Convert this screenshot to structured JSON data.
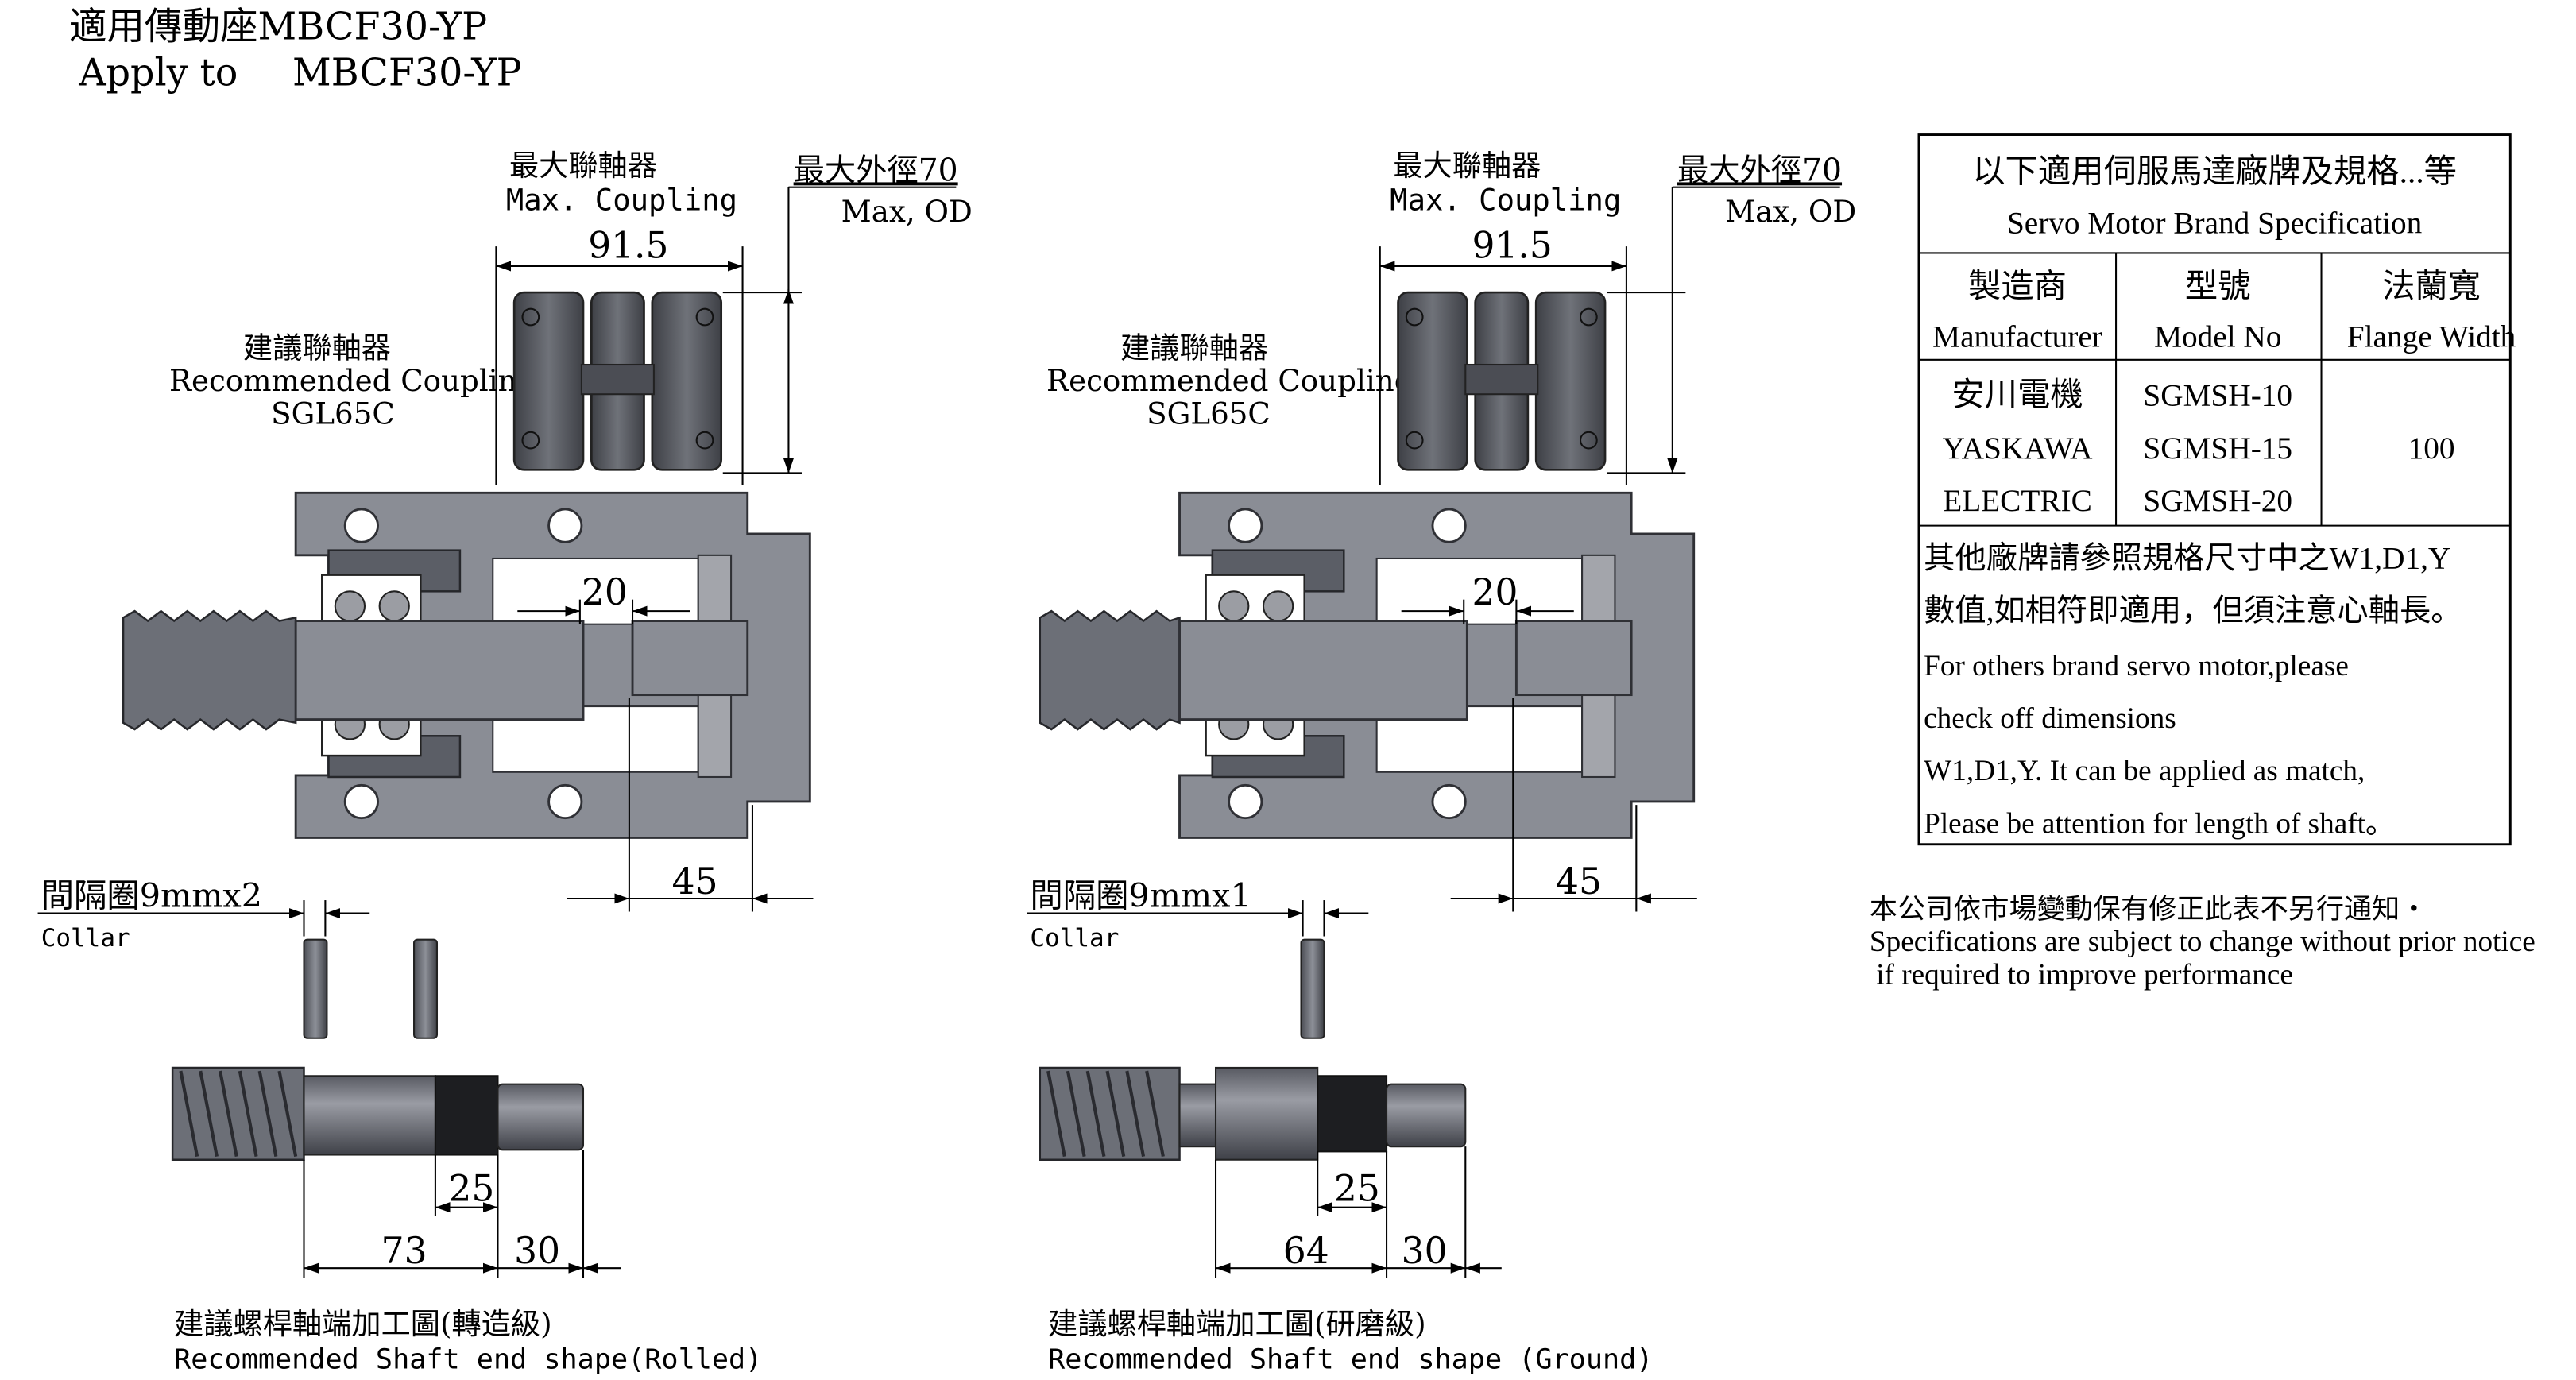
{
  "header": {
    "title_zh": "適用傳動座MBCF30-YP",
    "apply_label": "Apply to",
    "apply_model": "MBCF30-YP"
  },
  "assemblies": [
    {
      "max_coupling_zh": "最大聯軸器",
      "max_coupling_en": "Max. Coupling",
      "max_od_zh": "最大外徑70",
      "max_od_en": "Max, OD",
      "dim_coupling_length": "91.5",
      "rec_coupling_zh": "建議聯軸器",
      "rec_coupling_en": "Recommended Coupling",
      "rec_coupling_model": "SGL65C",
      "dim_gap": "20",
      "dim_flange": "45",
      "collar_zh": "間隔圈9mmx2",
      "collar_en": "Collar",
      "dim_shaft_a": "25",
      "dim_shaft_b": "73",
      "dim_shaft_c": "30",
      "shaft_zh": "建議螺桿軸端加工圖(轉造級)",
      "shaft_en": "Recommended Shaft end shape(Rolled)"
    },
    {
      "max_coupling_zh": "最大聯軸器",
      "max_coupling_en": "Max. Coupling",
      "max_od_zh": "最大外徑70",
      "max_od_en": "Max, OD",
      "dim_coupling_length": "91.5",
      "rec_coupling_zh": "建議聯軸器",
      "rec_coupling_en": "Recommended Coupling",
      "rec_coupling_model": "SGL65C",
      "dim_gap": "20",
      "dim_flange": "45",
      "collar_zh": "間隔圈9mmx1",
      "collar_en": "Collar",
      "dim_shaft_a": "25",
      "dim_shaft_b": "64",
      "dim_shaft_c": "30",
      "shaft_zh": "建議螺桿軸端加工圖(研磨級)",
      "shaft_en": "Recommended Shaft end shape (Ground)"
    }
  ],
  "spec_table": {
    "title_zh": "以下適用伺服馬達廠牌及規格...等",
    "title_en": "Servo Motor Brand Specification",
    "headers": [
      {
        "zh": "製造商",
        "en": "Manufacturer"
      },
      {
        "zh": "型號",
        "en": "Model No"
      },
      {
        "zh": "法蘭寬",
        "en": "Flange Width"
      }
    ],
    "maker_lines": [
      "安川電機",
      "YASKAWA",
      "ELECTRIC"
    ],
    "models": [
      "SGMSH-10",
      "SGMSH-15",
      "SGMSH-20"
    ],
    "flange_width": "100",
    "notes": [
      "其他廠牌請參照規格尺寸中之W1,D1,Y",
      "數值,如相符即適用，但須注意心軸長。",
      "For others brand servo motor,please",
      "check off dimensions",
      "W1,D1,Y. It can be applied as match,",
      "Please be attention for length of shaft。"
    ]
  },
  "footnote": {
    "zh": "本公司依市場變動保有修正此表不另行通知・",
    "en1": "Specifications are subject to change without prior notice",
    "en2": "if required to improve performance"
  }
}
